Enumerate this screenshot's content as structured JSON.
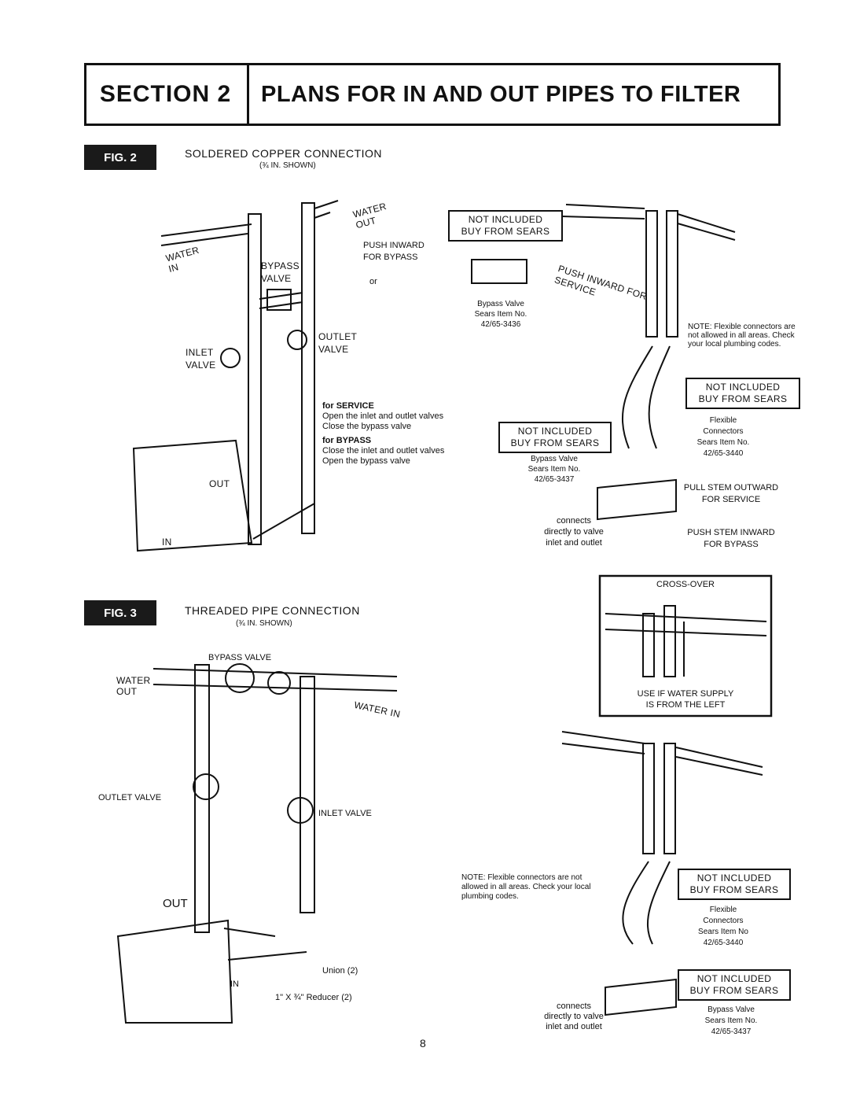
{
  "header": {
    "section": "SECTION 2",
    "title": "PLANS FOR IN AND OUT PIPES TO FILTER"
  },
  "fig2": {
    "badge": "FIG. 2",
    "title": "SOLDERED COPPER CONNECTION",
    "subtitle": "(¾ IN. SHOWN)",
    "water_out": "WATER OUT",
    "water_in": "WATER IN",
    "bypass_valve": "BYPASS VALVE",
    "inlet_valve": "INLET VALVE",
    "outlet_valve": "OUTLET VALVE",
    "out": "OUT",
    "in": "IN",
    "push_inward": "PUSH INWARD FOR BYPASS",
    "or": "or",
    "not_included_1": "NOT INCLUDED",
    "buy_from_sears_1": "BUY FROM SEARS",
    "bypass_item": "Bypass Valve",
    "sears_item_no": "Sears Item No.",
    "item_3436": "42/65-3436",
    "push_inward_service": "PUSH INWARD FOR SERVICE",
    "service_title": "for SERVICE",
    "service_1": "Open the inlet and outlet valves",
    "service_2": "Close the bypass valve",
    "bypass_title": "for BYPASS",
    "bypass_1": "Close the inlet and outlet valves",
    "bypass_2": "Open the bypass valve",
    "not_included_2": "NOT INCLUDED",
    "buy_from_sears_2": "BUY FROM SEARS",
    "bypass_item_2": "Bypass Valve",
    "sears_item_no_2": "Sears Item No.",
    "item_3437": "42/65-3437",
    "connects": "connects",
    "directly": "directly to valve",
    "inlet_outlet": "inlet and outlet",
    "note": "NOTE: Flexible connectors are not allowed in all areas. Check your local plumbing codes.",
    "not_included_3": "NOT INCLUDED",
    "buy_from_sears_3": "BUY FROM SEARS",
    "flexible": "Flexible",
    "connectors": "Connectors",
    "sears_item_no_3": "Sears Item No.",
    "item_3440": "42/65-3440",
    "pull_stem": "PULL STEM OUTWARD",
    "for_service": "FOR SERVICE",
    "push_stem": "PUSH STEM INWARD",
    "for_bypass": "FOR BYPASS"
  },
  "crossover": {
    "title": "CROSS-OVER",
    "caption_1": "USE IF WATER SUPPLY",
    "caption_2": "IS FROM THE LEFT"
  },
  "fig3": {
    "badge": "FIG. 3",
    "title": "THREADED PIPE CONNECTION",
    "subtitle": "(¾ IN. SHOWN)",
    "bypass_valve": "BYPASS VALVE",
    "water_out": "WATER OUT",
    "water_in": "WATER IN",
    "outlet_valve": "OUTLET VALVE",
    "inlet_valve": "INLET VALVE",
    "out": "OUT",
    "in": "IN",
    "union": "Union (2)",
    "reducer": "1\" X ¾\" Reducer (2)",
    "note": "NOTE: Flexible connectors are not allowed in all areas. Check your local plumbing codes.",
    "not_included_1": "NOT INCLUDED",
    "buy_from_sears_1": "BUY FROM SEARS",
    "flexible": "Flexible",
    "connectors": "Connectors",
    "sears_item_no": "Sears Item No",
    "item_3440": "42/65-3440",
    "not_included_2": "NOT INCLUDED",
    "buy_from_sears_2": "BUY FROM SEARS",
    "bypass_item": "Bypass Valve",
    "sears_item_no_2": "Sears Item No.",
    "item_3437": "42/65-3437",
    "connects": "connects",
    "directly": "directly to valve",
    "inlet_outlet": "inlet and outlet"
  },
  "page_number": "8"
}
